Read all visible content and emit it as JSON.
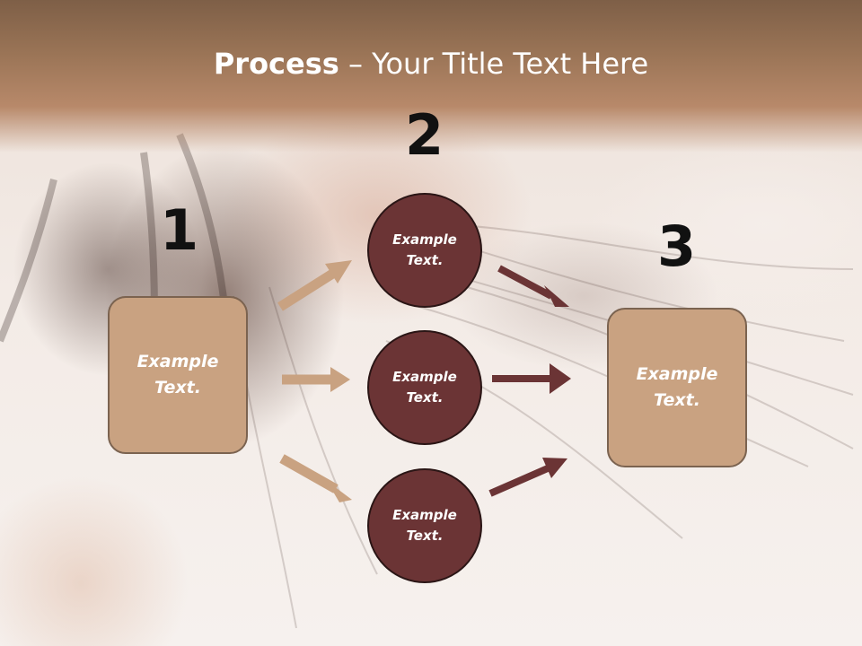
{
  "slide": {
    "title_bold": "Process",
    "title_rest": " – Your Title Text Here"
  },
  "steps": {
    "step1_number": "1",
    "step2_number": "2",
    "step3_number": "3"
  },
  "nodes": {
    "left_box": "Example\nText.",
    "circle_top": "Example\nText.",
    "circle_middle": "Example\nText.",
    "circle_bottom": "Example\nText.",
    "right_box": "Example\nText."
  },
  "colors": {
    "box_fill": "#c9a281",
    "circle_fill": "#6b3435",
    "arrow_light": "#c9a281",
    "arrow_dark": "#6b3435",
    "title_band": "#9a7456"
  }
}
